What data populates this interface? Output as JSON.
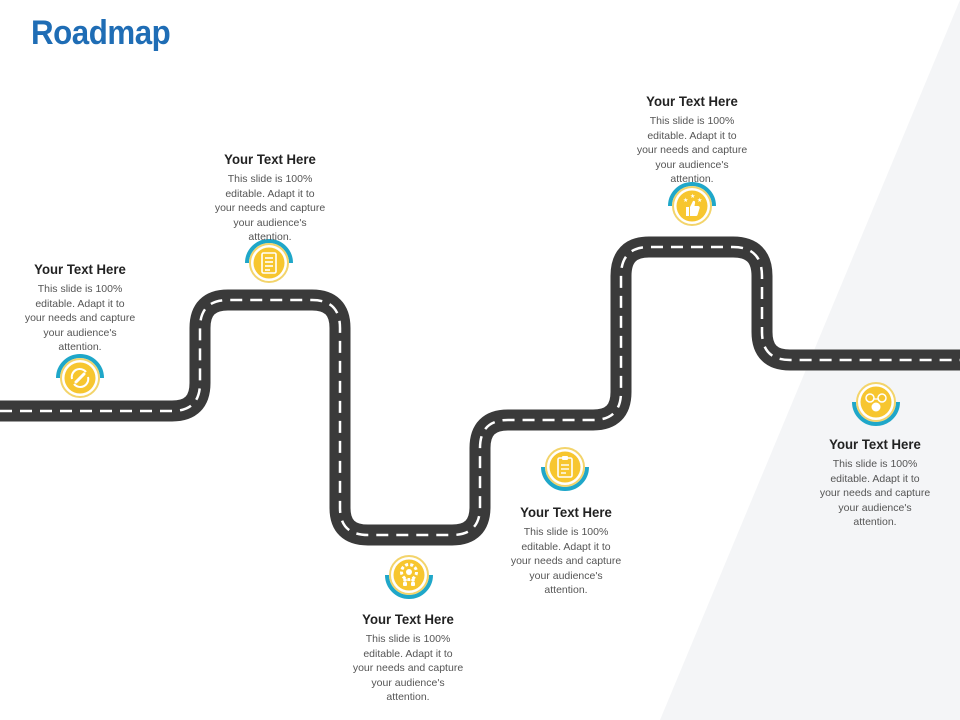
{
  "title": "Roadmap",
  "colors": {
    "title": "#1f6db5",
    "road": "#3a3a3a",
    "road_dash": "#ffffff",
    "icon_fill": "#f7c62f",
    "icon_ring": "#f3d46b",
    "icon_arc": "#1fa7c9",
    "background_stripe": "#f4f5f7"
  },
  "milestones": [
    {
      "heading": "Your Text Here",
      "body": "This slide is 100% editable. Adapt it to your needs and capture your audience's attention.",
      "icon": "wrench-refresh-icon",
      "arc": "top"
    },
    {
      "heading": "Your Text Here",
      "body": "This slide is 100% editable. Adapt it to your needs and capture your audience's attention.",
      "icon": "document-list-icon",
      "arc": "top"
    },
    {
      "heading": "Your Text Here",
      "body": "This slide is 100% editable. Adapt it to your needs and capture your audience's attention.",
      "icon": "gear-people-icon",
      "arc": "bottom"
    },
    {
      "heading": "Your Text Here",
      "body": "This slide is 100% editable. Adapt it to your needs and capture your audience's attention.",
      "icon": "clipboard-icon",
      "arc": "bottom"
    },
    {
      "heading": "Your Text Here",
      "body": "This slide is 100% editable. Adapt it to your needs and capture your audience's attention.",
      "icon": "thumbs-up-stars-icon",
      "arc": "top"
    },
    {
      "heading": "Your Text Here",
      "body": "This slide is 100% editable. Adapt it to your needs and capture your audience's attention.",
      "icon": "coins-icon",
      "arc": "bottom"
    }
  ]
}
